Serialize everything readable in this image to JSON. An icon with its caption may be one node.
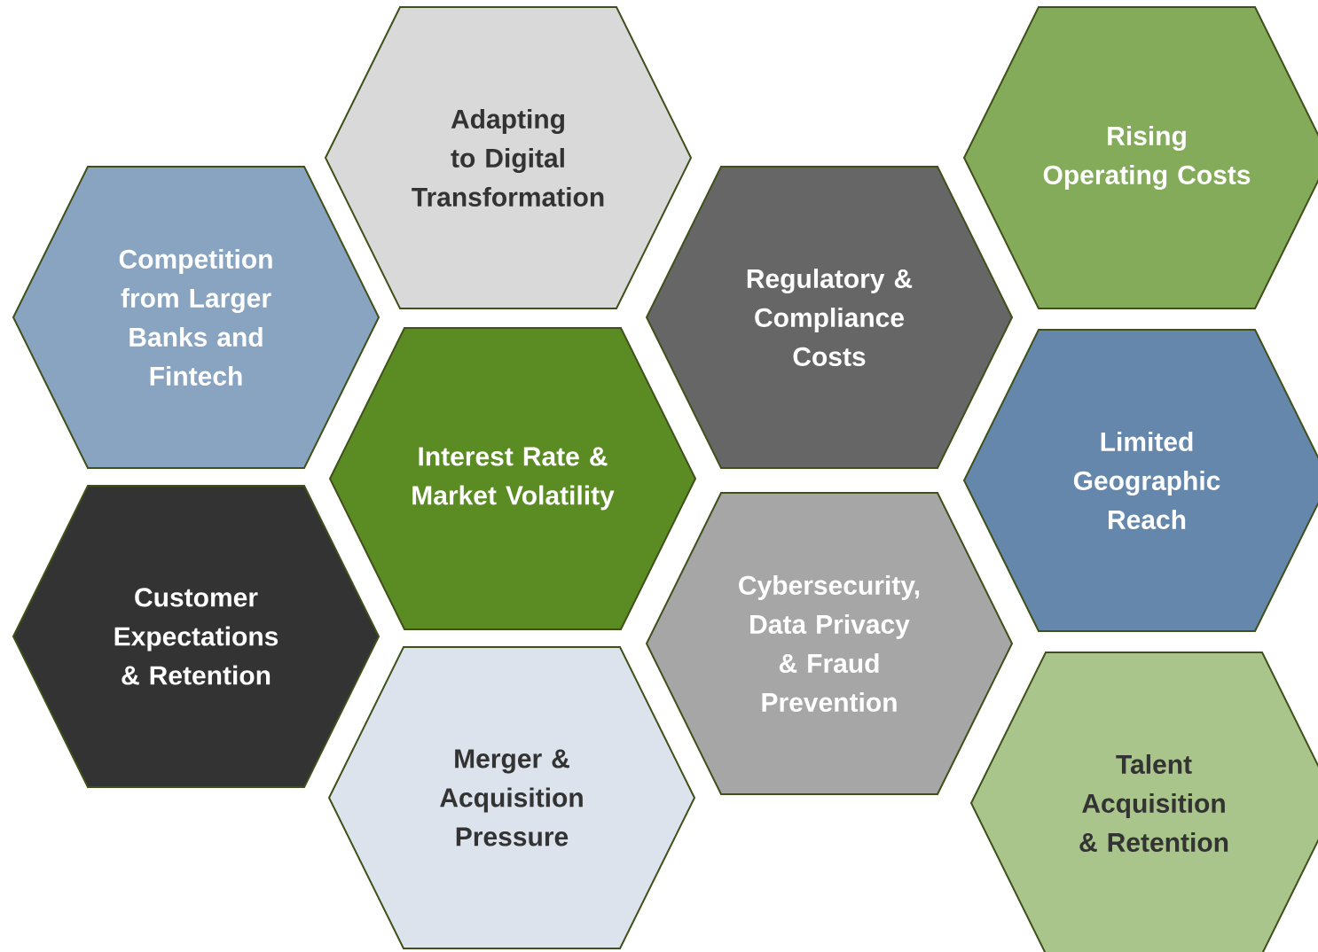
{
  "diagram": {
    "nodes": [
      {
        "text": [
          "Competition from Larger Banks and Fintech"
        ]
      },
      {
        "text": [
          "Customer Expectations & Retention"
        ]
      },
      {
        "text": [
          "Adapting to Digital Transformation"
        ]
      },
      {
        "text": [
          "Interest Rate & Market Volatility"
        ]
      },
      {
        "text": [
          "Merger & Acquisition Pressure"
        ]
      },
      {
        "text": [
          "Regulatory & Compliance Costs"
        ]
      },
      {
        "text": [
          "Cybersecurity, Data Privacy & Fraud Prevention"
        ]
      },
      {
        "text": [
          "Rising Operating Costs"
        ]
      },
      {
        "text": [
          "Limited Geographic Reach"
        ]
      },
      {
        "text": [
          "Talent Acquisition & Retention"
        ]
      }
    ]
  }
}
